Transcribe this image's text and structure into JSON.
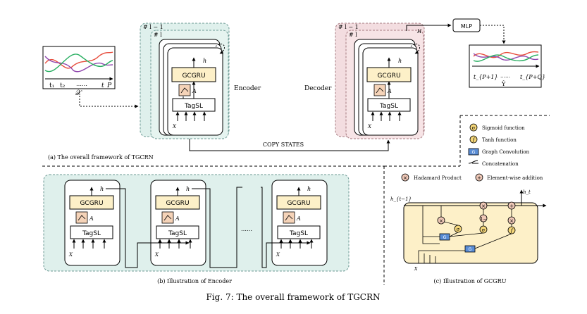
{
  "top": {
    "caption": "(a) The overall framework of TGCRN",
    "layer_prev": "# l − 1",
    "layer_cur": "# l",
    "encoder_label": "Encoder",
    "decoder_label": "Decoder",
    "gcgru": "GCGRU",
    "tagsl": "TagSL",
    "enc_hidden": "h",
    "enc_adj": "A",
    "enc_inputs": "X",
    "dec_inputs": "X",
    "copy_states": "COPY  STATES",
    "mlp": "MLP",
    "dec_hidden": "H",
    "input_x_label": "𝒳",
    "t1": "t₁",
    "t2": "t₂",
    "tP": "t_P",
    "dots": "……",
    "out_t1": "t_{P+1}",
    "out_tQ": "t_{P+Q}",
    "out_y_label": "Ŷ"
  },
  "legend": {
    "sigmoid": "Sigmoid function",
    "tanh": "Tanh function",
    "graph_conv": "Graph Convolution",
    "concat": "Concatenation",
    "hadamard": "Hadamard Product",
    "add": "Element-wise addition",
    "sigmoid_sym": "σ",
    "tanh_sym": "f",
    "gc_sym": "G",
    "times_sym": "×",
    "plus_sym": "+"
  },
  "bottom": {
    "caption_b": "(b) Illustration of Encoder",
    "caption_c": "(c) Illustration of GCGRU",
    "ellipsis": "……",
    "gcgru_h_prev": "h_{t−1}",
    "gcgru_h_out": "h_t",
    "one_minus": "1−"
  },
  "figure_caption": "Fig. 7: The overall framework of TGCRN"
}
